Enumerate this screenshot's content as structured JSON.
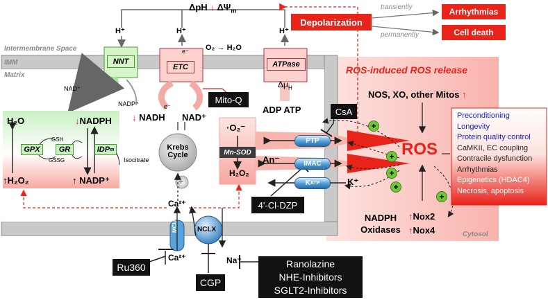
{
  "top": {
    "dph": "ΔpH",
    "dpsi": "ΔΨ",
    "dpsi_sub": "m"
  },
  "depolarization": "Depolarization",
  "transiently": "transiently",
  "permanently": "permanently",
  "arrhythmias": "Arrhythmias",
  "cell_death": "Cell death",
  "regions": {
    "ims": "Intermembrane Space",
    "imm": "IMM",
    "matrix": "Matrix",
    "cytosol": "Cytosol"
  },
  "hplus": "H⁺",
  "nnt": "NNT",
  "etc": "ETC",
  "atpase": "ATPase",
  "e_minus": "e⁻",
  "o2": "O₂",
  "h2o": "H₂O",
  "dmu": "Δμ",
  "dmu_sub": "H",
  "adp_atp": "ADP ATP",
  "nad_plus": "NAD⁺",
  "nadp_plus": "NADP⁺",
  "nadh": "NADH",
  "nad_plus_big": "NAD⁺",
  "krebs": "Krebs",
  "cycle": "Cycle",
  "redox": {
    "h2o": "H₂O",
    "nadph": "NADPH",
    "gpx": "GPX",
    "gsh": "GSH",
    "gssg": "GSSG",
    "gr": "GR",
    "idpm": "IDP",
    "idpm_sub": "m",
    "isocitrate": "Isocitrate",
    "h2o2": "H₂O₂",
    "nadp": "NADP⁺"
  },
  "mito_q": "Mito-Q",
  "o2_radical": "·O₂⁻",
  "mn_sod": "Mn-SOD",
  "h2o2_mid": "H₂O₂",
  "an_minus": "An⁻",
  "k_plus": "K⁺",
  "ptp": "PTP",
  "imac": "IMAC",
  "katp": "K",
  "katp_sub": "ATP",
  "csa": "CsA",
  "cl_dzp": "4'-Cl-DZP",
  "rirr_title": "ROS-induced ROS release",
  "nos_line": "NOS, XO, other Mitos",
  "ros": "ROS",
  "effects": {
    "blue": [
      "Preconditioning",
      "Longevity",
      "Protein quality control"
    ],
    "dark": [
      "CaMKII, EC coupling",
      "Contracile dysfunction",
      "Arrhythmias"
    ],
    "epigenetics": "Epigenetics (HDAC4)",
    "necrosis": "Necrosis, apoptosis"
  },
  "nadph_ox": [
    "NADPH",
    "Oxidases"
  ],
  "nox2": "Nox2",
  "nox4": "Nox4",
  "ca2": "Ca²⁺",
  "mcu": "MCU",
  "nclx": "NCLX",
  "na_plus": "Na⁺",
  "ru360": "Ru360",
  "cgp": "CGP",
  "inhibitors": [
    "Ranolazine",
    "NHE-Inhibitors",
    "SGLT2-Inhibitors"
  ],
  "plus_sign": "+",
  "up_arrow": "↑",
  "down_arrow": "↓"
}
